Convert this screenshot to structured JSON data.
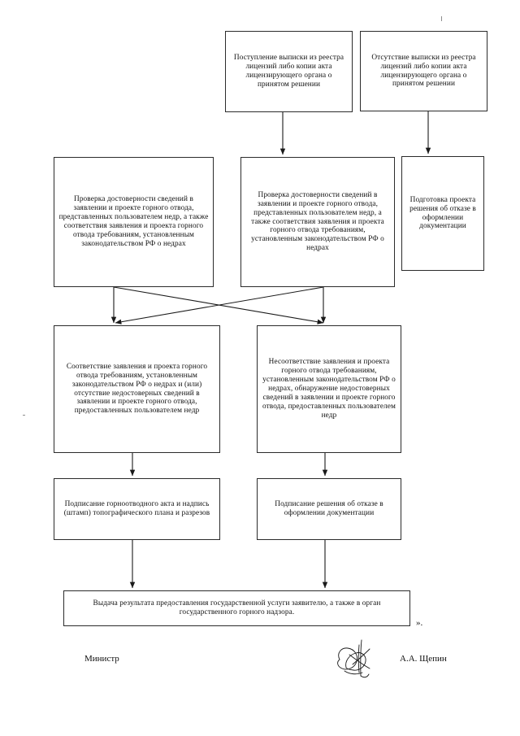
{
  "document": {
    "type": "flowchart",
    "language": "ru",
    "closing_quote": "».",
    "signature": {
      "position_label": "Министр",
      "signatory_name": "А.А. Щепин",
      "signature_mark": "handwritten-signature"
    }
  },
  "nodes": [
    {
      "id": "incoming-extract",
      "text": "Поступление выписки из реестра лицензий либо копии акта лицензирующего органа о принятом решении"
    },
    {
      "id": "absent-extract",
      "text": "Отсутствие выписки из реестра лицензий либо копии акта лицензирующего органа о принятом решении"
    },
    {
      "id": "verify-left",
      "text": "Проверка достоверности сведений в заявлении и проекте горного отвода, представленных пользователем недр, а также соответствия заявления и проекта горного отвода  требованиям, установленным законодательством  РФ о недрах"
    },
    {
      "id": "verify-right",
      "text": "Проверка достоверности сведений в заявлении и проекте горного отвода, представленных пользователем недр, а также соответствия заявления и проекта  горного отвода требованиям, установленным законодательством РФ о недрах"
    },
    {
      "id": "prepare-refusal",
      "text": "Подготовка проекта решения об отказе в оформлении документации"
    },
    {
      "id": "compliance",
      "text": "Соответствие заявления и проекта горного отвода требованиям, установленным законодательством РФ о недрах и (или) отсутствие  недостоверных сведений в заявлении и проекте горного отвода, предоставленных пользователем недр"
    },
    {
      "id": "noncompliance",
      "text": "Несоответствие заявления и проекта горного отвода требованиям, установленным законодательством РФ о недрах, обнаружение недостоверных сведений в заявлении и проекте горного отвода, предоставленных пользователем недр"
    },
    {
      "id": "sign-act",
      "text": "Подписание горноотводного акта и надпись (штамп) топографического плана и разрезов"
    },
    {
      "id": "sign-refusal",
      "text": "Подписание решения об отказе в оформлении документации"
    },
    {
      "id": "issue-result",
      "text": "Выдача результата предоставления государственной услуги заявителю, а также в орган государственного горного надзора."
    }
  ],
  "connectors": [
    {
      "id": "incoming-to-verify-right",
      "from": "incoming-extract",
      "to": "verify-right",
      "style": "straight-down-arrow"
    },
    {
      "id": "absent-to-prepare-refusal",
      "from": "absent-extract",
      "to": "prepare-refusal",
      "style": "straight-down-arrow"
    },
    {
      "id": "verify-left-to-compliance",
      "from": "verify-left",
      "to": "compliance",
      "style": "straight-down-arrow"
    },
    {
      "id": "verify-left-to-noncompliance",
      "from": "verify-left",
      "to": "noncompliance",
      "style": "diagonal-arrow"
    },
    {
      "id": "verify-right-to-noncompliance",
      "from": "verify-right",
      "to": "noncompliance",
      "style": "straight-down-arrow"
    },
    {
      "id": "verify-right-to-compliance",
      "from": "verify-right",
      "to": "compliance",
      "style": "diagonal-arrow"
    },
    {
      "id": "compliance-to-sign-act",
      "from": "compliance",
      "to": "sign-act",
      "style": "straight-down-arrow"
    },
    {
      "id": "noncompliance-to-sign-refusal",
      "from": "noncompliance",
      "to": "sign-refusal",
      "style": "straight-down-arrow"
    },
    {
      "id": "sign-act-to-issue-result",
      "from": "sign-act",
      "to": "issue-result",
      "style": "straight-down-arrow"
    },
    {
      "id": "sign-refusal-to-issue-result",
      "from": "sign-refusal",
      "to": "issue-result",
      "style": "straight-down-arrow"
    }
  ],
  "colors": {
    "box_border": "#2b2b2b",
    "connector": "#1a1a1a",
    "text": "#111111",
    "page_background": "#ffffff"
  }
}
